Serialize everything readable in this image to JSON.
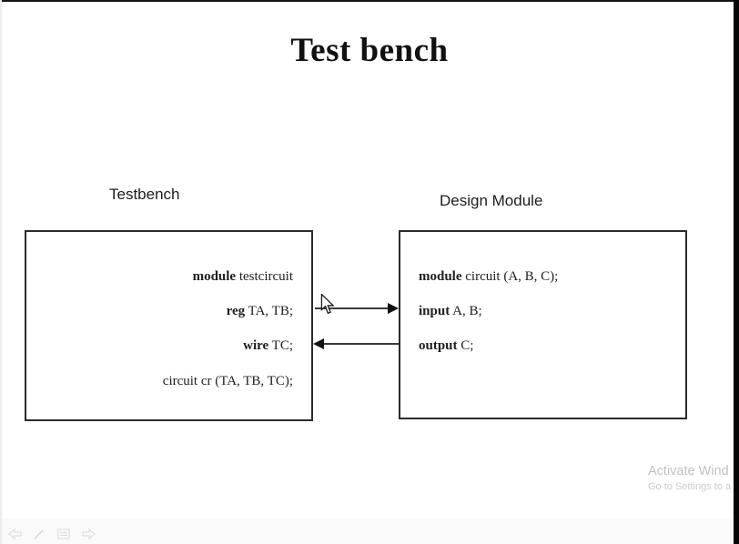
{
  "slide": {
    "title": "Test bench",
    "testbench": {
      "label": "Testbench",
      "lines": [
        {
          "keyword": "module",
          "rest": " testcircuit"
        },
        {
          "keyword": "reg",
          "rest": " TA, TB;"
        },
        {
          "keyword": "wire",
          "rest": " TC;"
        },
        {
          "keyword": "",
          "rest": "circuit cr (TA, TB, TC);"
        }
      ]
    },
    "design_module": {
      "label": "Design Module",
      "lines": [
        {
          "keyword": "module",
          "rest": " circuit (A, B, C);"
        },
        {
          "keyword": "input",
          "rest": " A, B;"
        },
        {
          "keyword": "output",
          "rest": " C;"
        }
      ]
    },
    "connections": [
      {
        "from": "testbench",
        "to": "design_module",
        "direction": "right"
      },
      {
        "from": "design_module",
        "to": "testbench",
        "direction": "left"
      }
    ]
  },
  "watermark": {
    "line1": "Activate Wind",
    "line2": "Go to Settings to a"
  },
  "colors": {
    "box_border": "#2b2b2b",
    "arrow": "#3a3a3a",
    "title_text": "#111111",
    "watermark_text": "#c2c2c2",
    "right_bar": "#060606"
  }
}
